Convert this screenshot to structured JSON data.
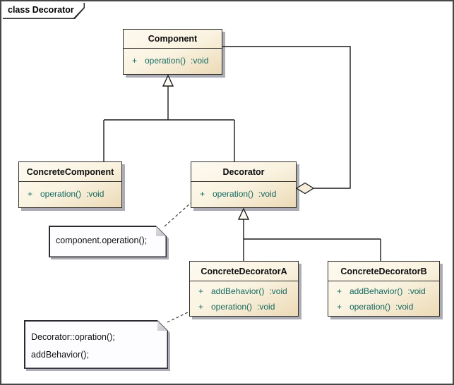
{
  "frame": {
    "title": "class Decorator"
  },
  "classes": {
    "component": {
      "name": "Component",
      "ops": [
        {
          "vis": "+",
          "name": "operation()",
          "type": ":void"
        }
      ]
    },
    "concreteComponent": {
      "name": "ConcreteComponent",
      "ops": [
        {
          "vis": "+",
          "name": "operation()",
          "type": ":void"
        }
      ]
    },
    "decorator": {
      "name": "Decorator",
      "ops": [
        {
          "vis": "+",
          "name": "operation()",
          "type": ":void"
        }
      ]
    },
    "decoratorA": {
      "name": "ConcreteDecoratorA",
      "ops": [
        {
          "vis": "+",
          "name": "addBehavior()",
          "type": ":void"
        },
        {
          "vis": "+",
          "name": "operation()",
          "type": ":void"
        }
      ]
    },
    "decoratorB": {
      "name": "ConcreteDecoratorB",
      "ops": [
        {
          "vis": "+",
          "name": "addBehavior()",
          "type": ":void"
        },
        {
          "vis": "+",
          "name": "operation()",
          "type": ":void"
        }
      ]
    }
  },
  "notes": {
    "note1": {
      "lines": [
        "component.operation();"
      ]
    },
    "note2": {
      "lines": [
        "Decorator::opration();",
        "addBehavior();"
      ]
    }
  },
  "colors": {
    "box_fill_top": "#fdfaf0",
    "box_fill_bottom": "#ecdab6",
    "box_border": "#2f2d28",
    "operation_text": "#15695f",
    "shadow": "#abacb4",
    "note_fill": "#fdfdff",
    "frame_border": "#474747",
    "line": "#1c1c1c"
  }
}
